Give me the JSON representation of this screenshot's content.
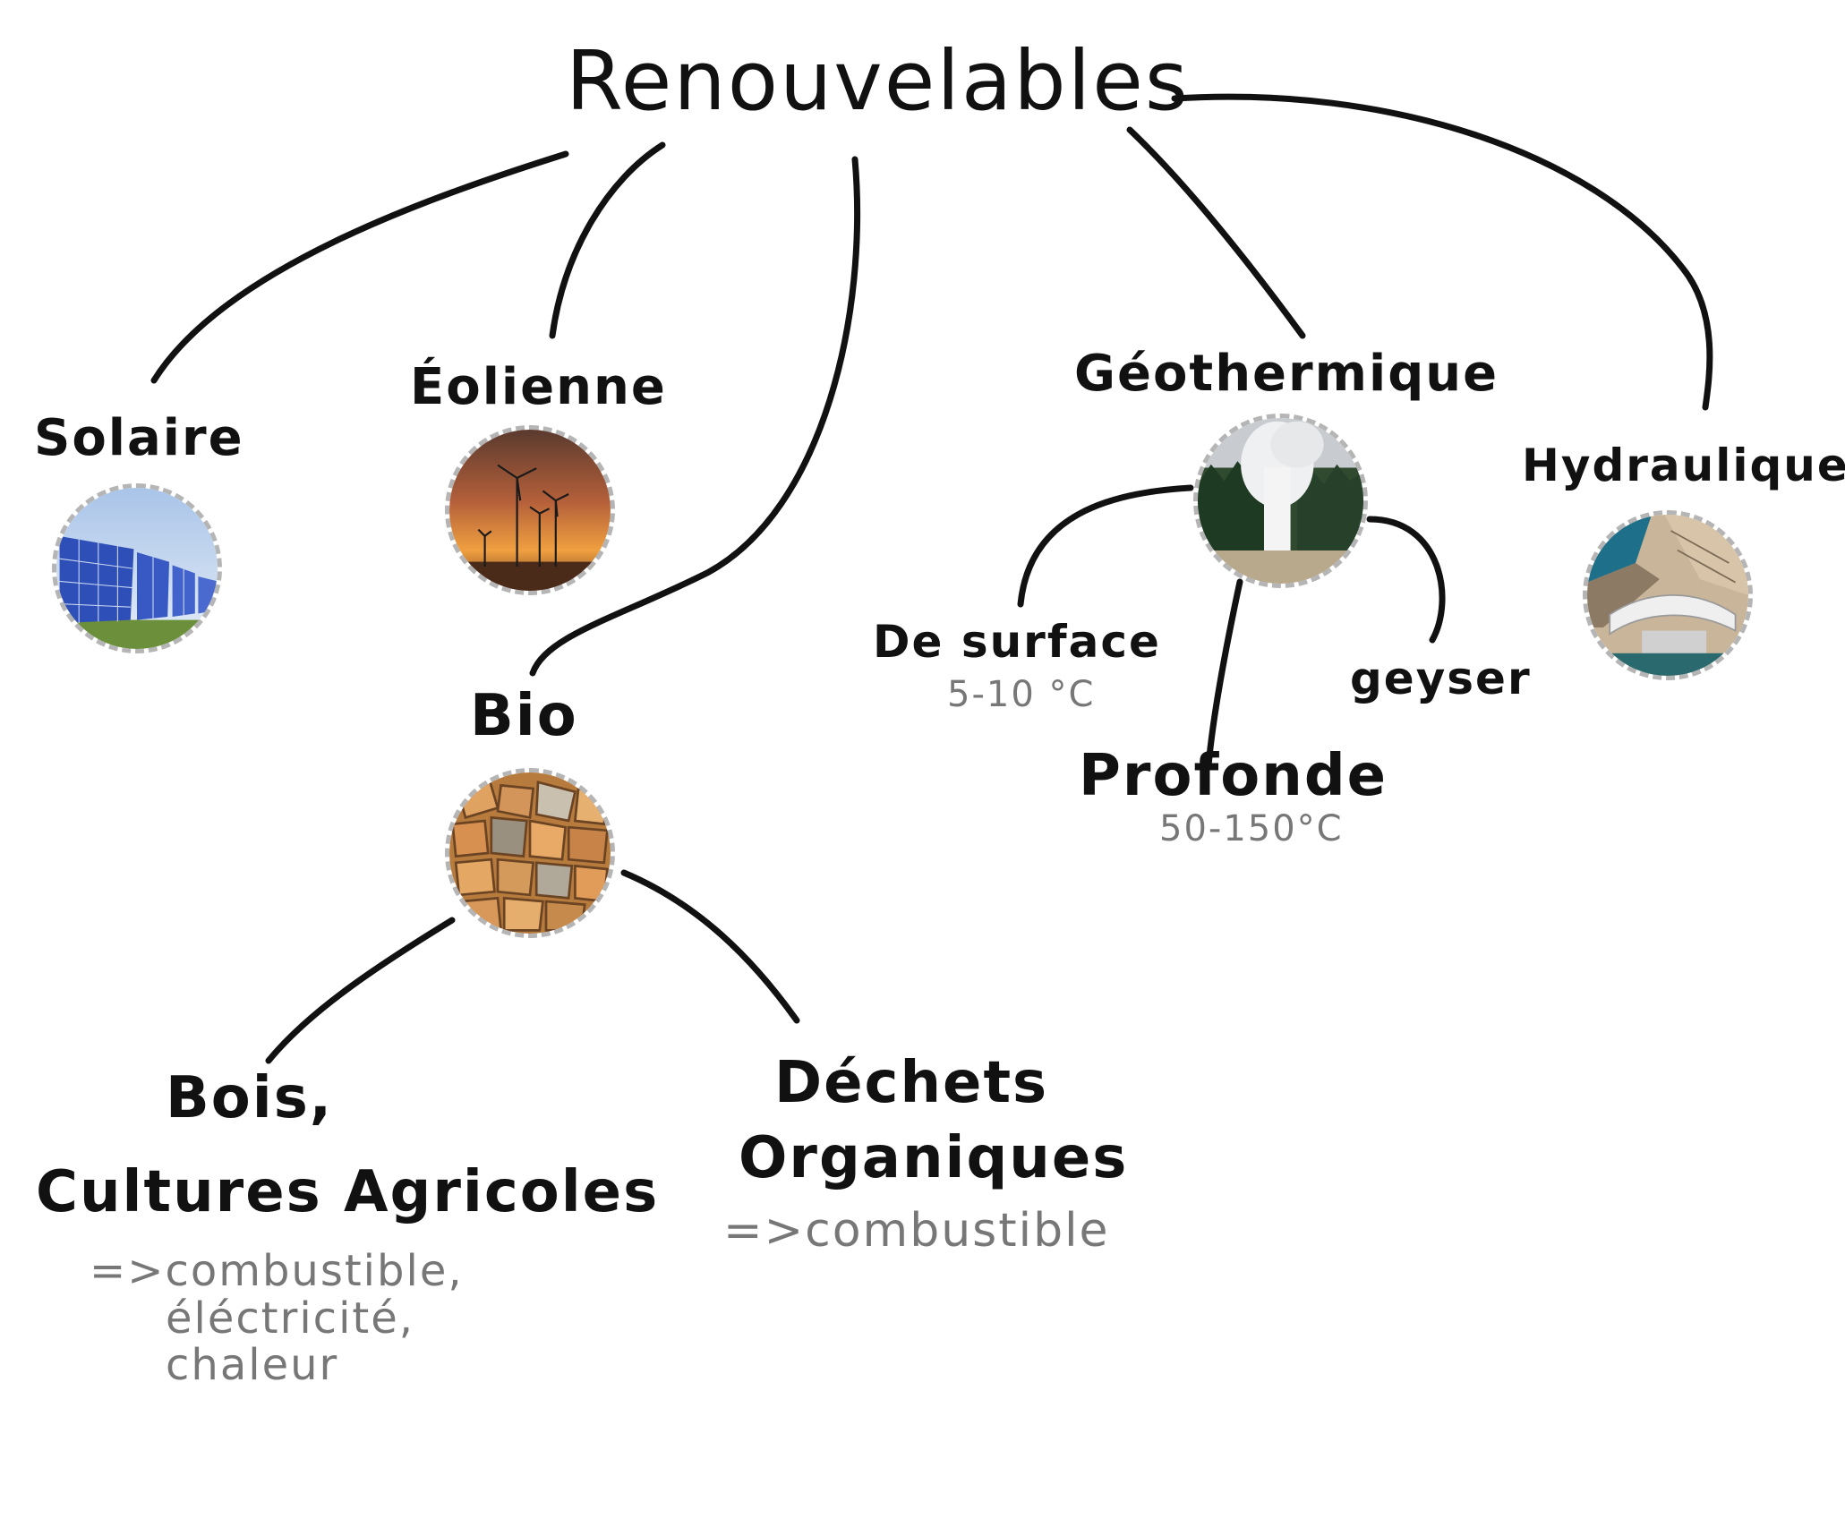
{
  "title": "Renouvelables",
  "sources": {
    "solaire": {
      "label": "Solaire",
      "icon": "solar-panels-photo"
    },
    "eolienne": {
      "label": "Éolienne",
      "icon": "wind-turbines-photo"
    },
    "bio": {
      "label": "Bio",
      "icon": "firewood-photo"
    },
    "geothermique": {
      "label": "Géothermique",
      "icon": "geyser-photo"
    },
    "hydraulique": {
      "label": "Hydraulique",
      "icon": "dam-photo"
    }
  },
  "geothermique_branches": {
    "surface": {
      "label": "De surface",
      "range": "5-10 °C"
    },
    "profonde": {
      "label": "Profonde",
      "range": "50-150°C"
    },
    "geyser": {
      "label": "geyser"
    }
  },
  "bio_branches": {
    "bois": {
      "line1": "Bois,",
      "line2": "Cultures Agricoles",
      "uses": [
        "=>combustible,",
        "éléctricité,",
        "chaleur"
      ]
    },
    "dechets": {
      "line1": "Déchets",
      "line2": "Organiques",
      "uses": [
        "=>combustible"
      ]
    }
  },
  "colors": {
    "ink": "#111111",
    "note": "#777777",
    "frame": "#b5b5b5"
  }
}
